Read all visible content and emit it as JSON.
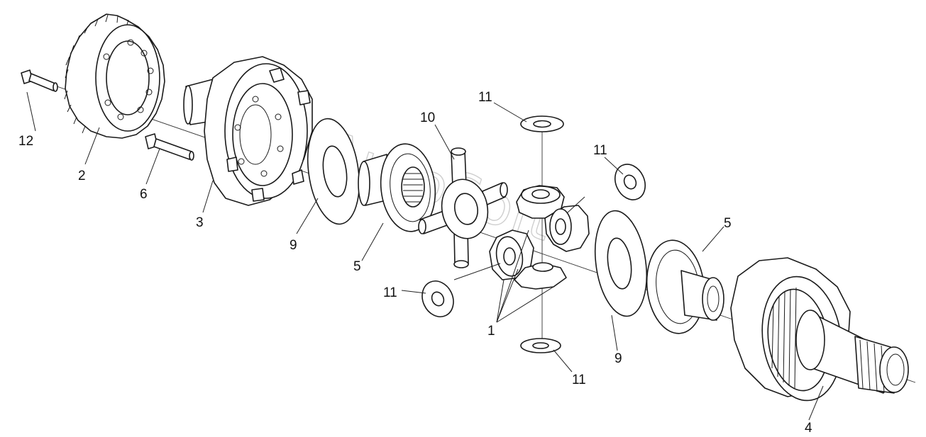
{
  "callouts": {
    "c12": "12",
    "c2": "2",
    "c6": "6",
    "c3": "3",
    "c9a": "9",
    "c10": "10",
    "c5a": "5",
    "c11a": "11",
    "c11b": "11",
    "c11c": "11",
    "c11d": "11",
    "c1": "1",
    "c5b": "5",
    "c9b": "9",
    "c4": "4"
  },
  "watermark": "AutoSoft"
}
